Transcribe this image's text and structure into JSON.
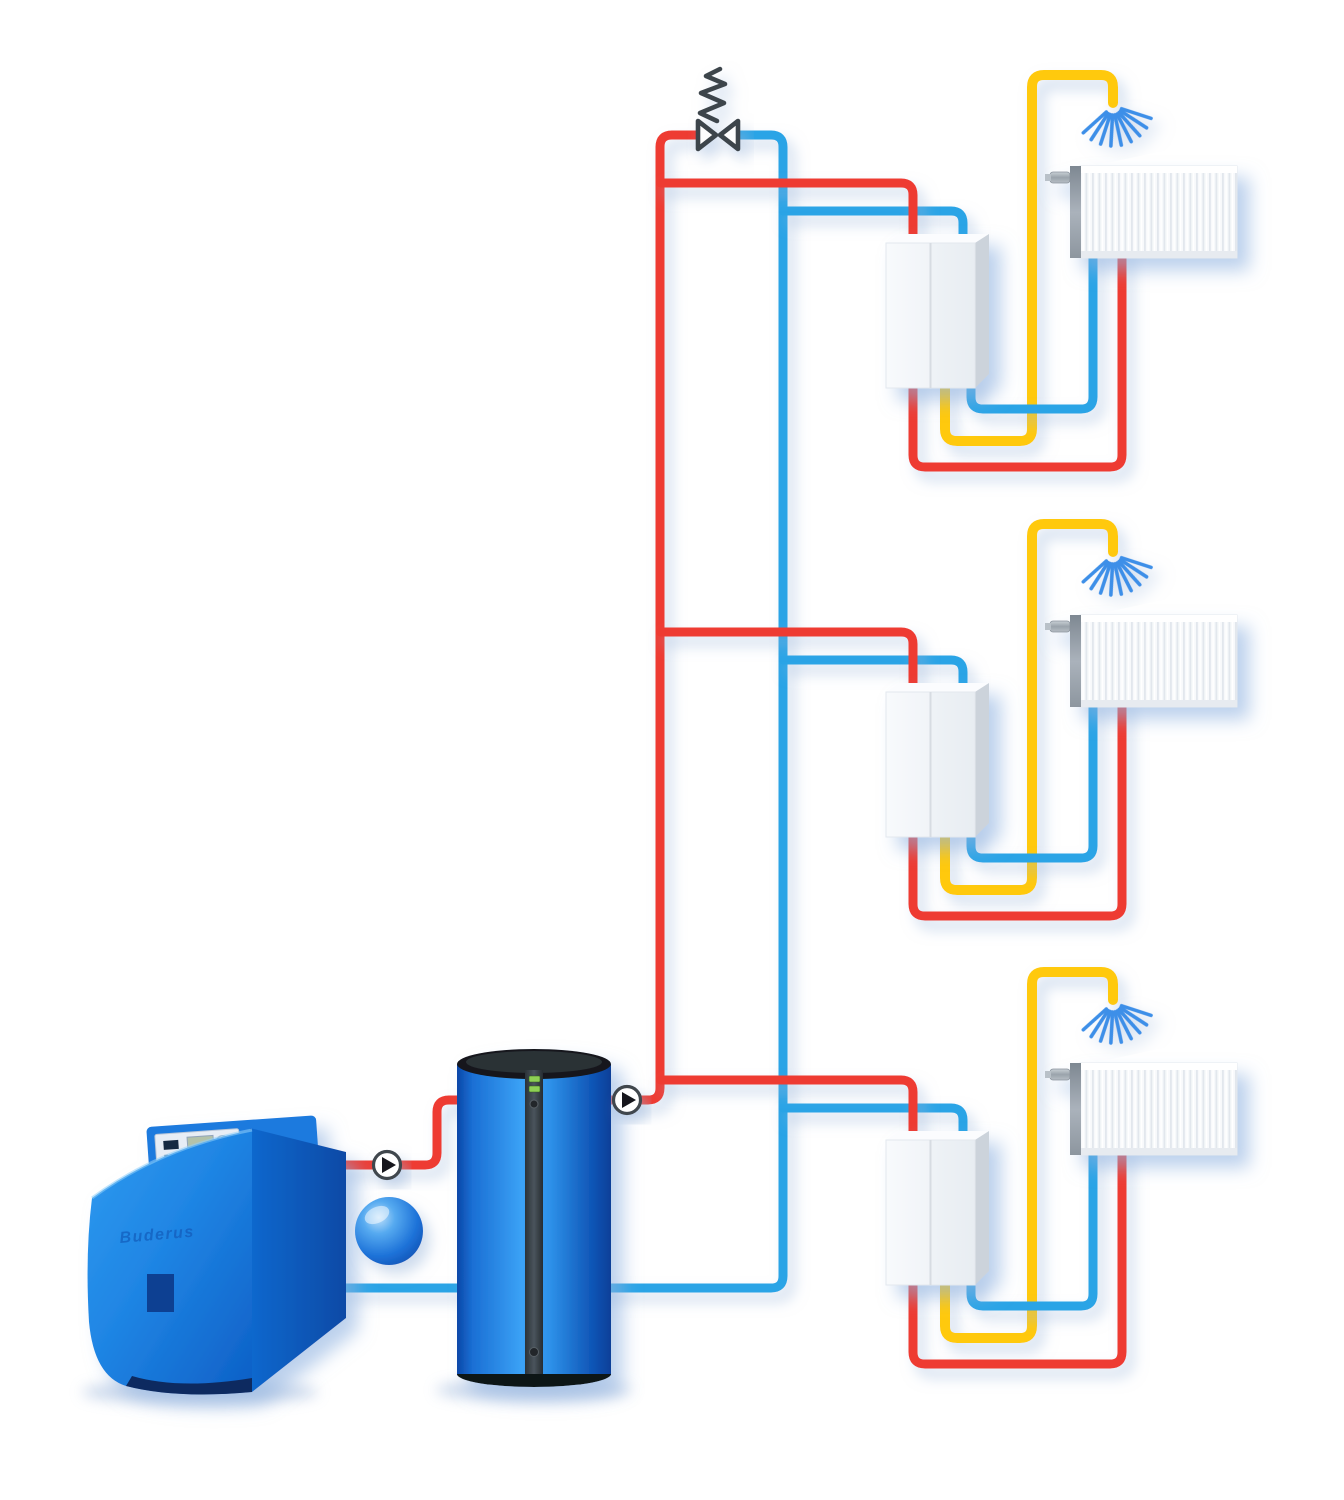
{
  "diagram": {
    "type": "heating-system-schematic",
    "background": "#ffffff"
  },
  "colors": {
    "flow": "#ee3b33",
    "return": "#29a4e6",
    "dhw": "#ffc90d",
    "spray": "#3d8fe8",
    "metal": "#3d444b",
    "tank_blue": "#2d9ff5",
    "boiler_blue": "#1f85e4",
    "station_white": "#f1f4f8",
    "shadow": "#8fb2e0"
  },
  "boiler": {
    "brand_label": "Buderus",
    "component": "condensing-boiler"
  },
  "plant_room": {
    "buffer_tank": "buffer-storage-tank",
    "expansion_vessel": "expansion-vessel",
    "boiler_pump": "circulation-pump",
    "heating_pump": "circulation-pump",
    "safety_valve": "spring-safety-valve"
  },
  "risers": {
    "flow_riser": "heating-flow-riser",
    "return_riser": "heating-return-riser"
  },
  "floors": [
    {
      "name": "top-floor",
      "flat_station": "flat-station",
      "radiator": "panel-radiator",
      "shower": "shower-outlet"
    },
    {
      "name": "middle-floor",
      "flat_station": "flat-station",
      "radiator": "panel-radiator",
      "shower": "shower-outlet"
    },
    {
      "name": "ground-floor",
      "flat_station": "flat-station",
      "radiator": "panel-radiator",
      "shower": "shower-outlet"
    }
  ]
}
